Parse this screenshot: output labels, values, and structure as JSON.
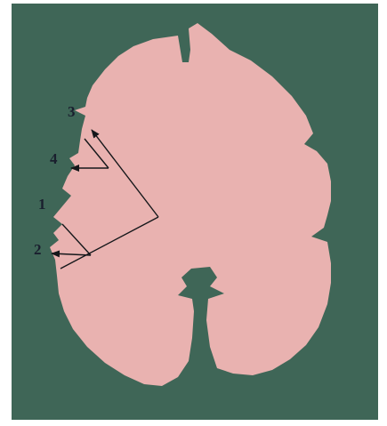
{
  "colors": {
    "background": "#3f6657",
    "tissue": "#e9b2b0",
    "lines": "#15171a",
    "labels": "#1a1f2e"
  },
  "labels": {
    "label_3": "3",
    "label_4": "4",
    "label_1": "1",
    "label_2": "2"
  }
}
